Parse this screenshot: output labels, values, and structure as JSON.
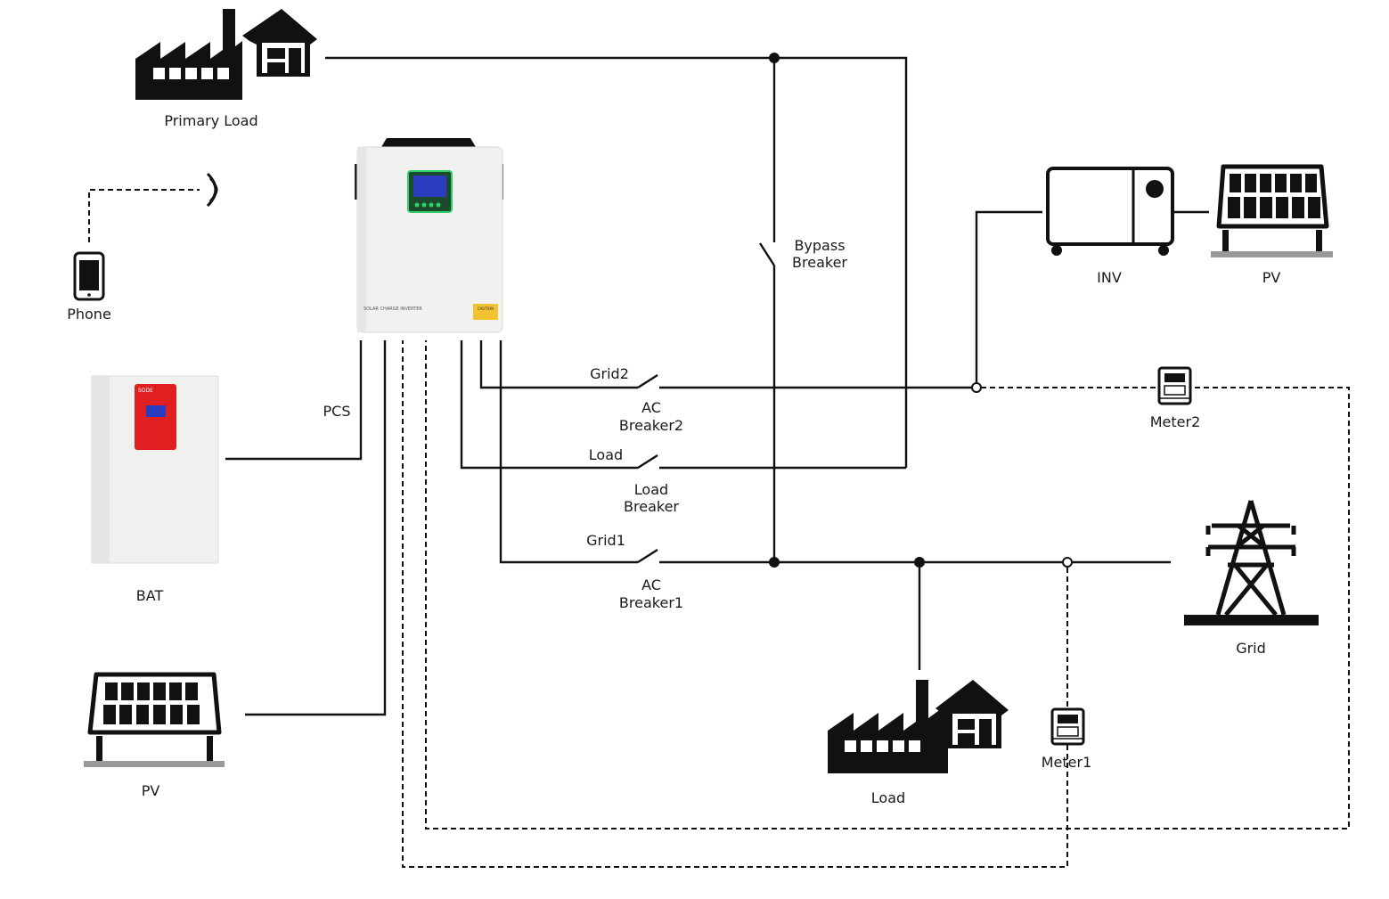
{
  "labels": {
    "primary_load": "Primary Load",
    "phone": "Phone",
    "pcs": "PCS",
    "bat": "BAT",
    "pv_left": "PV",
    "bypass_breaker_1": "Bypass",
    "bypass_breaker_2": "Breaker",
    "inv": "INV",
    "pv_right": "PV",
    "grid2": "Grid2",
    "ac_breaker2_1": "AC",
    "ac_breaker2_2": "Breaker2",
    "meter2": "Meter2",
    "load_switch": "Load",
    "load_breaker_1": "Load",
    "load_breaker_2": "Breaker",
    "grid1": "Grid1",
    "ac_breaker1_1": "AC",
    "ac_breaker1_2": "Breaker1",
    "grid": "Grid",
    "load_bottom": "Load",
    "meter1": "Meter1"
  },
  "inverter_panel": {
    "caption": "SOLAR CHARGE INVERTER",
    "warning": "CAUTION"
  },
  "battery_panel": {
    "brand": "SODE"
  },
  "colors": {
    "line": "#111111",
    "battery_panel": "#e02020",
    "display_green": "#2fd06a",
    "display_blue": "#2a3cc0"
  }
}
